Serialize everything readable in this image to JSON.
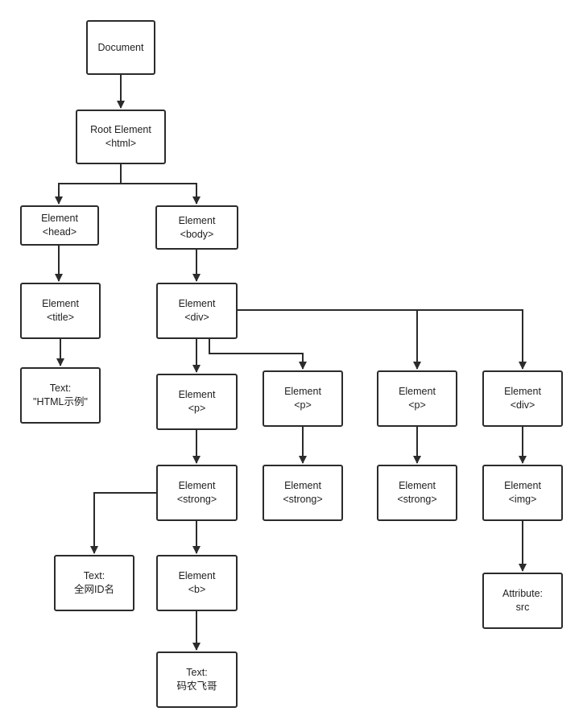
{
  "diagram": {
    "line_color": "#2b2b2b",
    "nodes": {
      "document": {
        "line1": "Document"
      },
      "root_html": {
        "line1": "Root Element",
        "line2": "<html>"
      },
      "head": {
        "line1": "Element",
        "line2": "<head>"
      },
      "body": {
        "line1": "Element",
        "line2": "<body>"
      },
      "title": {
        "line1": "Element",
        "line2": "<title>"
      },
      "text_title": {
        "line1": "Text:",
        "line2": "\"HTML示例\""
      },
      "div": {
        "line1": "Element",
        "line2": "<div>"
      },
      "p1": {
        "line1": "Element",
        "line2": "<p>"
      },
      "p2": {
        "line1": "Element",
        "line2": "<p>"
      },
      "p3": {
        "line1": "Element",
        "line2": "<p>"
      },
      "div2": {
        "line1": "Element",
        "line2": "<div>"
      },
      "strong1": {
        "line1": "Element",
        "line2": "<strong>"
      },
      "strong2": {
        "line1": "Element",
        "line2": "<strong>"
      },
      "strong3": {
        "line1": "Element",
        "line2": "<strong>"
      },
      "img": {
        "line1": "Element",
        "line2": "<img>"
      },
      "text_id": {
        "line1": "Text:",
        "line2": "全网ID名"
      },
      "b": {
        "line1": "Element",
        "line2": "<b>"
      },
      "attr_src": {
        "line1": "Attribute:",
        "line2": "src"
      },
      "text_name": {
        "line1": "Text:",
        "line2": "码农飞哥"
      }
    }
  }
}
